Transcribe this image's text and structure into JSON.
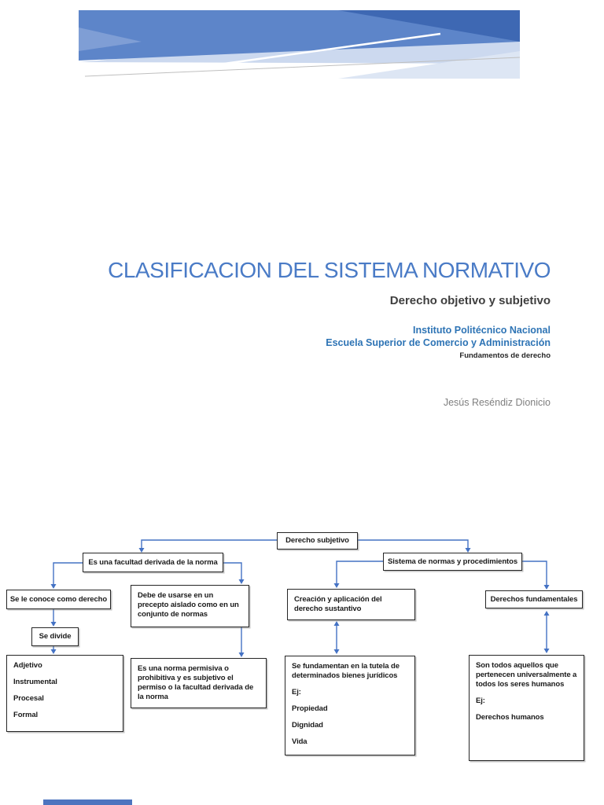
{
  "header": {
    "title": "CLASIFICACION DEL SISTEMA NORMATIVO",
    "subtitle": "Derecho objetivo y subjetivo",
    "institution": "Instituto Politécnico Nacional",
    "school": "Escuela Superior de Comercio y Administración",
    "course": "Fundamentos de derecho",
    "author": "Jesús Reséndiz Dionicio"
  },
  "colors": {
    "title_blue": "#4a7bc6",
    "institution_blue": "#2e74b5",
    "connector_blue": "#4472C4",
    "banner_dark_blue": "#3e68b3",
    "banner_medium_blue": "#5d85c9",
    "banner_pale_blue": "#ccd9ef"
  },
  "diagram": {
    "nodes": {
      "derecho_subjetivo": {
        "label": "Derecho subjetivo"
      },
      "es_una_facultad": {
        "label": "Es una facultad derivada de la norma"
      },
      "sistema_normas": {
        "label": "Sistema de normas y procedimientos"
      },
      "se_le_conoce": {
        "label": "Se le conoce como derecho"
      },
      "debe_de_usarse": {
        "label": "Debe de usarse en un precepto aislado como en un conjunto de normas"
      },
      "creacion": {
        "label": "Creación y aplicación del derecho sustantivo"
      },
      "derechos_fundamentales": {
        "label": "Derechos fundamentales"
      },
      "se_divide": {
        "label": "Se divide"
      },
      "tipos": {
        "items": [
          "Adjetivo",
          "Instrumental",
          "Procesal",
          "Formal"
        ]
      },
      "es_una_norma": {
        "label": "Es una norma permisiva o prohibitiva y es subjetivo el permiso o la facultad derivada de la norma"
      },
      "se_fundamentan": {
        "items": [
          "Se fundamentan en la tutela de determinados bienes jurídicos",
          "Ej:",
          "Propiedad",
          "Dignidad",
          "Vida"
        ]
      },
      "son_todos": {
        "items": [
          "Son todos aquellos que pertenecen universalmente a todos los seres humanos",
          "Ej:",
          "Derechos humanos"
        ]
      }
    }
  }
}
